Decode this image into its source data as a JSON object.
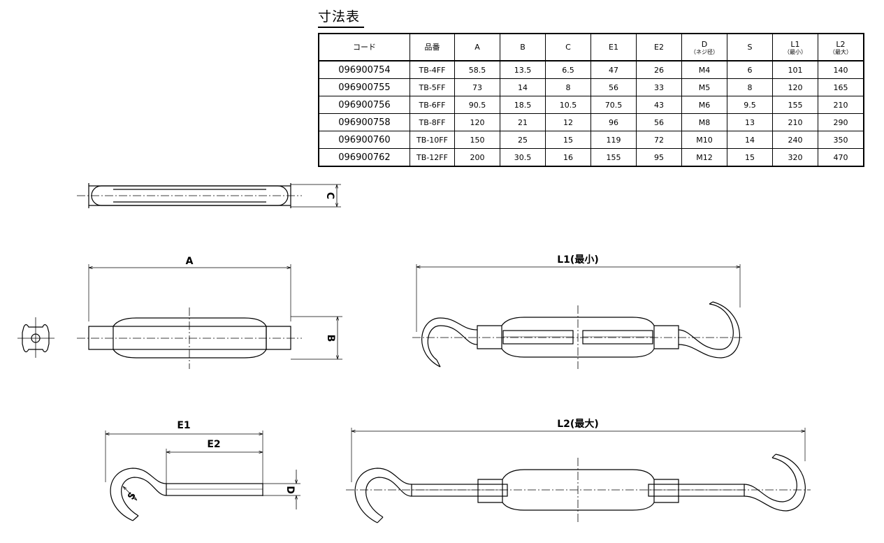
{
  "title": "寸法表",
  "table": {
    "headers": [
      {
        "main": "コード",
        "sub": ""
      },
      {
        "main": "品番",
        "sub": ""
      },
      {
        "main": "A",
        "sub": ""
      },
      {
        "main": "B",
        "sub": ""
      },
      {
        "main": "C",
        "sub": ""
      },
      {
        "main": "E1",
        "sub": ""
      },
      {
        "main": "E2",
        "sub": ""
      },
      {
        "main": "D",
        "sub": "（ネジ径）"
      },
      {
        "main": "S",
        "sub": ""
      },
      {
        "main": "L1",
        "sub": "（最小）"
      },
      {
        "main": "L2",
        "sub": "（最大）"
      }
    ],
    "rows": [
      [
        "096900754",
        "TB-4FF",
        "58.5",
        "13.5",
        "6.5",
        "47",
        "26",
        "M4",
        "6",
        "101",
        "140"
      ],
      [
        "096900755",
        "TB-5FF",
        "73",
        "14",
        "8",
        "56",
        "33",
        "M5",
        "8",
        "120",
        "165"
      ],
      [
        "096900756",
        "TB-6FF",
        "90.5",
        "18.5",
        "10.5",
        "70.5",
        "43",
        "M6",
        "9.5",
        "155",
        "210"
      ],
      [
        "096900758",
        "TB-8FF",
        "120",
        "21",
        "12",
        "96",
        "56",
        "M8",
        "13",
        "210",
        "290"
      ],
      [
        "096900760",
        "TB-10FF",
        "150",
        "25",
        "15",
        "119",
        "72",
        "M10",
        "14",
        "240",
        "350"
      ],
      [
        "096900762",
        "TB-12FF",
        "200",
        "30.5",
        "16",
        "155",
        "95",
        "M12",
        "15",
        "320",
        "470"
      ]
    ]
  },
  "labels": {
    "c": "C",
    "a": "A",
    "b": "B",
    "l1": "L1(最小)",
    "l2": "L2(最大)",
    "e1": "E1",
    "e2": "E2",
    "d": "D",
    "s": "S"
  }
}
